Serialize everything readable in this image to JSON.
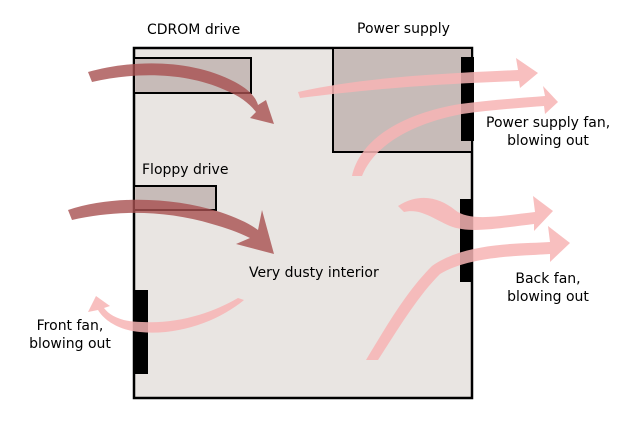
{
  "labels": {
    "cdrom": "CDROM drive",
    "power_supply": "Power supply",
    "psu_fan_line1": "Power supply fan,",
    "psu_fan_line2": "blowing out",
    "floppy": "Floppy drive",
    "interior": "Very dusty interior",
    "back_fan_line1": "Back fan,",
    "back_fan_line2": "blowing out",
    "front_fan_line1": "Front fan,",
    "front_fan_line2": "blowing out"
  },
  "colors": {
    "case_fill": "#e9e5e2",
    "drive_fill": "#c7bbb8",
    "fan": "#000000",
    "inflow_arrow": "#a85050",
    "outflow_arrow": "#f7b4b4"
  }
}
